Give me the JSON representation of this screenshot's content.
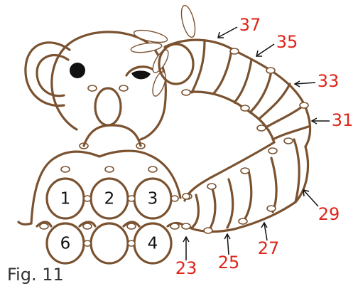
{
  "figure": {
    "caption": "Fig. 11",
    "ring_numbers": [
      "1",
      "2",
      "3",
      "4",
      "6"
    ],
    "callouts": [
      "23",
      "25",
      "27",
      "29",
      "31",
      "33",
      "35",
      "37"
    ]
  },
  "colors": {
    "thread": "#7a5230",
    "callout_text": "#e0241b",
    "ring_number_text": "#111111"
  }
}
